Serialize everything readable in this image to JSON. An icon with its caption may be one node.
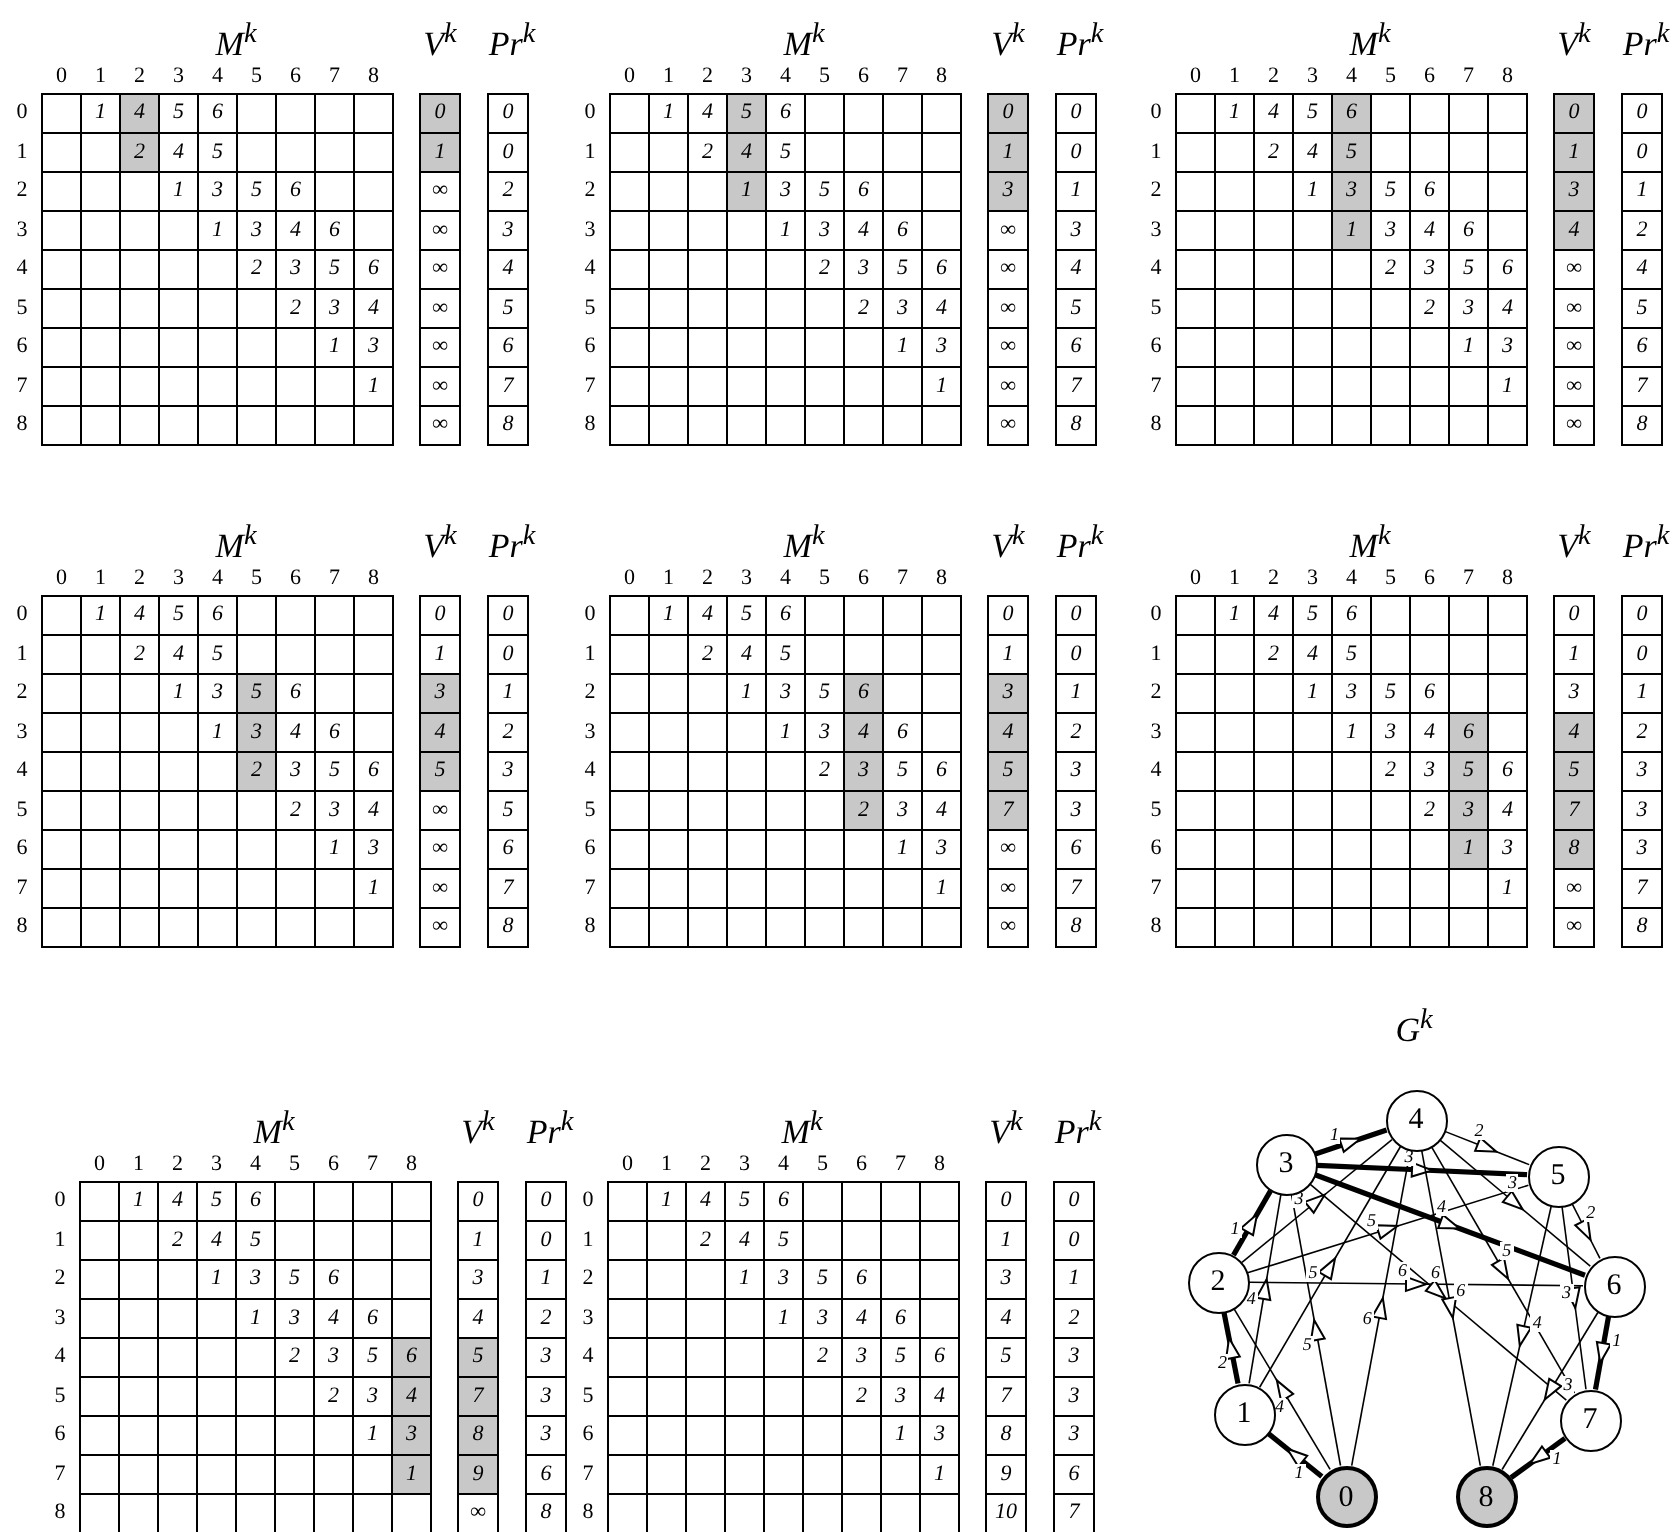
{
  "diagram": {
    "nodes": [
      {
        "text": [
          "4"
        ]
      },
      {
        "text": [
          "3"
        ]
      },
      {
        "text": [
          "5"
        ]
      },
      {
        "text": [
          "2"
        ]
      },
      {
        "text": [
          "6"
        ]
      },
      {
        "text": [
          "1"
        ]
      },
      {
        "text": [
          "7"
        ]
      },
      {
        "text": [
          "0"
        ]
      },
      {
        "text": [
          "8"
        ]
      }
    ],
    "edges": [
      {
        "from": 7,
        "to": 5,
        "arrow": "to",
        "label": "1",
        "style": "thick"
      },
      {
        "from": 7,
        "to": 3,
        "arrow": "to",
        "label": "4"
      },
      {
        "from": 7,
        "to": 1,
        "arrow": "to",
        "label": "5"
      },
      {
        "from": 7,
        "to": 0,
        "arrow": "to",
        "label": "6"
      },
      {
        "from": 5,
        "to": 3,
        "arrow": "to",
        "label": "2",
        "style": "thick"
      },
      {
        "from": 5,
        "to": 1,
        "arrow": "to",
        "label": "4"
      },
      {
        "from": 5,
        "to": 0,
        "arrow": "to",
        "label": "5"
      },
      {
        "from": 3,
        "to": 1,
        "arrow": "to",
        "label": "1",
        "style": "thick"
      },
      {
        "from": 3,
        "to": 0,
        "arrow": "to",
        "label": "3"
      },
      {
        "from": 3,
        "to": 2,
        "arrow": "to",
        "label": "5"
      },
      {
        "from": 3,
        "to": 4,
        "arrow": "to",
        "label": "6"
      },
      {
        "from": 1,
        "to": 0,
        "arrow": "to",
        "label": "1",
        "style": "thick"
      },
      {
        "from": 1,
        "to": 2,
        "arrow": "to",
        "label": "3",
        "style": "thick"
      },
      {
        "from": 1,
        "to": 4,
        "arrow": "to",
        "label": "4",
        "style": "thick"
      },
      {
        "from": 1,
        "to": 6,
        "arrow": "to",
        "label": "6"
      },
      {
        "from": 0,
        "to": 2,
        "arrow": "to",
        "label": "2"
      },
      {
        "from": 0,
        "to": 4,
        "arrow": "to",
        "label": "3"
      },
      {
        "from": 0,
        "to": 6,
        "arrow": "to",
        "label": "5"
      },
      {
        "from": 0,
        "to": 8,
        "arrow": "to",
        "label": "6"
      },
      {
        "from": 2,
        "to": 4,
        "arrow": "to",
        "label": "2"
      },
      {
        "from": 2,
        "to": 6,
        "arrow": "to",
        "label": "3"
      },
      {
        "from": 2,
        "to": 8,
        "arrow": "to",
        "label": "4"
      },
      {
        "from": 4,
        "to": 6,
        "arrow": "to",
        "label": "1",
        "style": "thick"
      },
      {
        "from": 4,
        "to": 8,
        "arrow": "to",
        "label": "3"
      },
      {
        "from": 6,
        "to": 8,
        "arrow": "to",
        "label": "1",
        "style": "thick"
      }
    ],
    "labels": [
      "M$^{k}$",
      "V$^{k}$",
      "Pr$^{k}$",
      "0",
      "1",
      "2",
      "3",
      "4",
      "5",
      "6",
      "7",
      "8",
      "0",
      "1",
      "4",
      "5",
      "6",
      "0",
      "0",
      "1",
      "2",
      "4",
      "5",
      "1",
      "0",
      "2",
      "1",
      "3",
      "5",
      "6",
      "∞",
      "2",
      "3",
      "1",
      "3",
      "4",
      "6",
      "∞",
      "3",
      "4",
      "2",
      "3",
      "5",
      "6",
      "∞",
      "4",
      "5",
      "2",
      "3",
      "4",
      "∞",
      "5",
      "6",
      "1",
      "3",
      "∞",
      "6",
      "7",
      "1",
      "∞",
      "7",
      "8",
      "∞",
      "8",
      "M$^{k}$",
      "V$^{k}$",
      "Pr$^{k}$",
      "0",
      "1",
      "2",
      "3",
      "4",
      "5",
      "6",
      "7",
      "8",
      "0",
      "1",
      "4",
      "5",
      "6",
      "0",
      "0",
      "1",
      "2",
      "4",
      "5",
      "1",
      "0",
      "2",
      "1",
      "3",
      "5",
      "6",
      "3",
      "1",
      "3",
      "1",
      "3",
      "4",
      "6",
      "∞",
      "3",
      "4",
      "2",
      "3",
      "5",
      "6",
      "∞",
      "4",
      "5",
      "2",
      "3",
      "4",
      "∞",
      "5",
      "6",
      "1",
      "3",
      "∞",
      "6",
      "7",
      "1",
      "∞",
      "7",
      "8",
      "∞",
      "8",
      "M$^{k}$",
      "V$^{k}$",
      "Pr$^{k}$",
      "0",
      "1",
      "2",
      "3",
      "4",
      "5",
      "6",
      "7",
      "8",
      "0",
      "1",
      "4",
      "5",
      "6",
      "0",
      "0",
      "1",
      "2",
      "4",
      "5",
      "1",
      "0",
      "2",
      "1",
      "3",
      "5",
      "6",
      "3",
      "1",
      "3",
      "1",
      "3",
      "4",
      "6",
      "4",
      "2",
      "4",
      "2",
      "3",
      "5",
      "6",
      "∞",
      "4",
      "5",
      "2",
      "3",
      "4",
      "∞",
      "5",
      "6",
      "1",
      "3",
      "∞",
      "6",
      "7",
      "1",
      "∞",
      "7",
      "8",
      "∞",
      "8",
      "M$^{k}$",
      "V$^{k}$",
      "Pr$^{k}$",
      "0",
      "1",
      "2",
      "3",
      "4",
      "5",
      "6",
      "7",
      "8",
      "0",
      "1",
      "4",
      "5",
      "6",
      "0",
      "0",
      "1",
      "2",
      "4",
      "5",
      "1",
      "0",
      "2",
      "1",
      "3",
      "5",
      "6",
      "3",
      "1",
      "3",
      "1",
      "3",
      "4",
      "6",
      "4",
      "2",
      "4",
      "2",
      "3",
      "5",
      "6",
      "5",
      "3",
      "5",
      "2",
      "3",
      "4",
      "∞",
      "5",
      "6",
      "1",
      "3",
      "∞",
      "6",
      "7",
      "1",
      "∞",
      "7",
      "8",
      "∞",
      "8",
      "M$^{k}$",
      "V$^{k}$",
      "Pr$^{k}$",
      "0",
      "1",
      "2",
      "3",
      "4",
      "5",
      "6",
      "7",
      "8",
      "0",
      "1",
      "4",
      "5",
      "6",
      "0",
      "0",
      "1",
      "2",
      "4",
      "5",
      "1",
      "0",
      "2",
      "1",
      "3",
      "5",
      "6",
      "3",
      "1",
      "3",
      "1",
      "3",
      "4",
      "6",
      "4",
      "2",
      "4",
      "2",
      "3",
      "5",
      "6",
      "5",
      "3",
      "5",
      "2",
      "3",
      "4",
      "7",
      "3",
      "6",
      "1",
      "3",
      "∞",
      "6",
      "7",
      "1",
      "∞",
      "7",
      "8",
      "∞",
      "8",
      "M$^{k}$",
      "V$^{k}$",
      "Pr$^{k}$",
      "0",
      "1",
      "2",
      "3",
      "4",
      "5",
      "6",
      "7",
      "8",
      "0",
      "1",
      "4",
      "5",
      "6",
      "0",
      "0",
      "1",
      "2",
      "4",
      "5",
      "1",
      "0",
      "2",
      "1",
      "3",
      "5",
      "6",
      "3",
      "1",
      "3",
      "1",
      "3",
      "4",
      "6",
      "4",
      "2",
      "4",
      "2",
      "3",
      "5",
      "6",
      "5",
      "3",
      "5",
      "2",
      "3",
      "4",
      "7",
      "3",
      "6",
      "1",
      "3",
      "8",
      "3",
      "7",
      "1",
      "∞",
      "7",
      "8",
      "∞",
      "8",
      "M$^{k}$",
      "V$^{k}$",
      "Pr$^{k}$",
      "0",
      "1",
      "2",
      "3",
      "4",
      "5",
      "6",
      "7",
      "8",
      "0",
      "1",
      "4",
      "5",
      "6",
      "0",
      "0",
      "1",
      "2",
      "4",
      "5",
      "1",
      "0",
      "2",
      "1",
      "3",
      "5",
      "6",
      "3",
      "1",
      "3",
      "1",
      "3",
      "4",
      "6",
      "4",
      "2",
      "4",
      "2",
      "3",
      "5",
      "6",
      "5",
      "3",
      "5",
      "2",
      "3",
      "4",
      "7",
      "3",
      "6",
      "1",
      "3",
      "8",
      "3",
      "7",
      "1",
      "9",
      "6",
      "8",
      "∞",
      "8",
      "M$^{k}$",
      "V$^{k}$",
      "Pr$^{k}$",
      "0",
      "1",
      "2",
      "3",
      "4",
      "5",
      "6",
      "7",
      "8",
      "0",
      "1",
      "4",
      "5",
      "6",
      "0",
      "0",
      "1",
      "2",
      "4",
      "5",
      "1",
      "0",
      "2",
      "1",
      "3",
      "5",
      "6",
      "3",
      "1",
      "3",
      "1",
      "3",
      "4",
      "6",
      "4",
      "2",
      "4",
      "2",
      "3",
      "5",
      "6",
      "5",
      "3",
      "5",
      "2",
      "3",
      "4",
      "7",
      "3",
      "6",
      "1",
      "3",
      "8",
      "3",
      "7",
      "1",
      "9",
      "6",
      "8",
      "10",
      "7",
      "G$^{k}$"
    ]
  }
}
